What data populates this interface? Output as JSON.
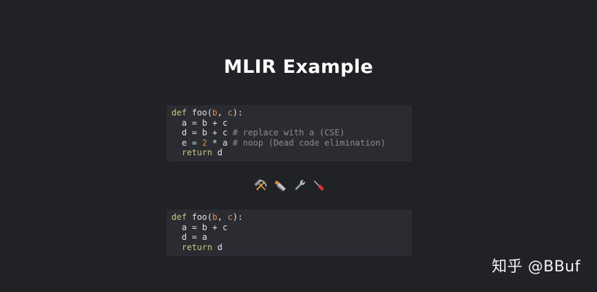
{
  "title": "MLIR Example",
  "code_before": {
    "line1": {
      "kw": "def",
      "fn": "foo",
      "p1": "b",
      "p2": "c"
    },
    "line2": {
      "lhs": "a",
      "op1": "b",
      "op2": "c"
    },
    "line3": {
      "lhs": "d",
      "op1": "b",
      "op2": "c",
      "comment": "# replace with a (CSE)"
    },
    "line4": {
      "lhs": "e",
      "num": "2",
      "op2": "a",
      "comment": "# noop (Dead code elimination)"
    },
    "line5": {
      "kw": "return",
      "val": "d"
    }
  },
  "tools": {
    "icons": [
      "hammer-and-pick-icon",
      "saw-icon",
      "wrench-icon",
      "screwdriver-icon"
    ]
  },
  "code_after": {
    "line1": {
      "kw": "def",
      "fn": "foo",
      "p1": "b",
      "p2": "c"
    },
    "line2": {
      "lhs": "a",
      "op1": "b",
      "op2": "c"
    },
    "line3": {
      "lhs": "d",
      "rhs": "a"
    },
    "line4": {
      "kw": "return",
      "val": "d"
    }
  },
  "watermark": "知乎 @BBuf",
  "colors": {
    "background": "#212226",
    "code_background": "#2b2c31",
    "keyword": "#c9c77f",
    "parameter": "#d98f4e",
    "comment": "#8c8d92"
  }
}
